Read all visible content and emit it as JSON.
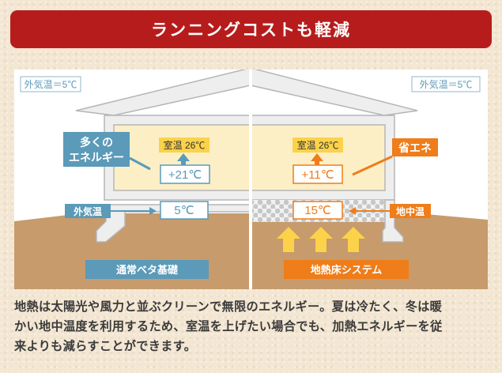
{
  "banner": {
    "title": "ランニングコストも軽減"
  },
  "left_house": {
    "outside_temp": "外気温＝5℃",
    "energy_note": [
      "多くの",
      "エネルギー"
    ],
    "room_temp": "室温 26℃",
    "heating_delta": "+21℃",
    "outside_air_label": "外気温",
    "under_floor_temp": "5℃",
    "foundation_label": "通常ベタ基礎"
  },
  "right_house": {
    "outside_temp": "外気温＝5℃",
    "room_temp": "室温 26℃",
    "heating_delta": "+11℃",
    "saving_label": "省エネ",
    "under_floor_temp": "15℃",
    "ground_temp_label": "地中温",
    "system_label": "地熱床システム"
  },
  "description": [
    "地熱は太陽光や風力と並ぶクリーンで無限のエネルギー。夏は冷たく、冬は暖",
    "かい地中温度を利用するため、室温を上げたい場合でも、加熱エネルギーを従",
    "来よりも減らすことができます。"
  ],
  "colors": {
    "banner": "#b71c1c",
    "warm_room": "#fcefc6",
    "ground": "#c79b6c",
    "blue_accent": "#5b9ab8",
    "orange_accent": "#ee7d1a",
    "wall": "#eeeeee",
    "wall_outline": "#b5b5b5"
  }
}
